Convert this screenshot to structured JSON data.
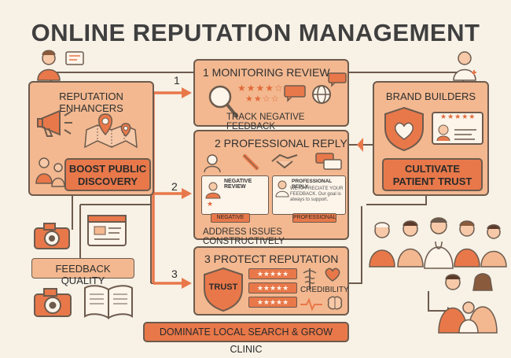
{
  "title": "ONLINE REPUTATION MANAGEMENT",
  "left_panel": {
    "heading": "REPUTATION ENHANCERS",
    "cta": "BOOST PUBLIC\nDISCOVERY"
  },
  "right_panel": {
    "heading": "BRAND BUILDERS",
    "cta": "CULTIVATE\nPATIENT TRUST"
  },
  "feedback_label": "FEEDBACK QUALITY",
  "steps": [
    {
      "number": "1",
      "title": "1 MONITORING REVIEW",
      "subtitle": "TRACK NEGATIVE FEEDBACK"
    },
    {
      "number": "2",
      "title": "2 PROFESSIONAL REPLY",
      "subtitle": "ADDRESS ISSUES CONSTRUCTIVELY",
      "cards": [
        {
          "head": "NEGATIVE REVIEW",
          "tag": "NEGATIVE"
        },
        {
          "head": "PROFESSIONAL REPLY",
          "body": "WE APPRECIATE YOUR FEEDBACK. Our goal is always to support.",
          "tag": "PROFESSIONAL"
        }
      ]
    },
    {
      "number": "3",
      "title": "3 PROTECT REPUTATION",
      "badge": "TRUST",
      "credibility": "CREDIBILITY"
    }
  ],
  "bottom_cta": "DOMINATE LOCAL SEARCH & GROW CLINIC",
  "colors": {
    "background": "#f7f1e6",
    "panel": "#f3b890",
    "accent": "#e8784a",
    "outline": "#6d5b4d"
  }
}
